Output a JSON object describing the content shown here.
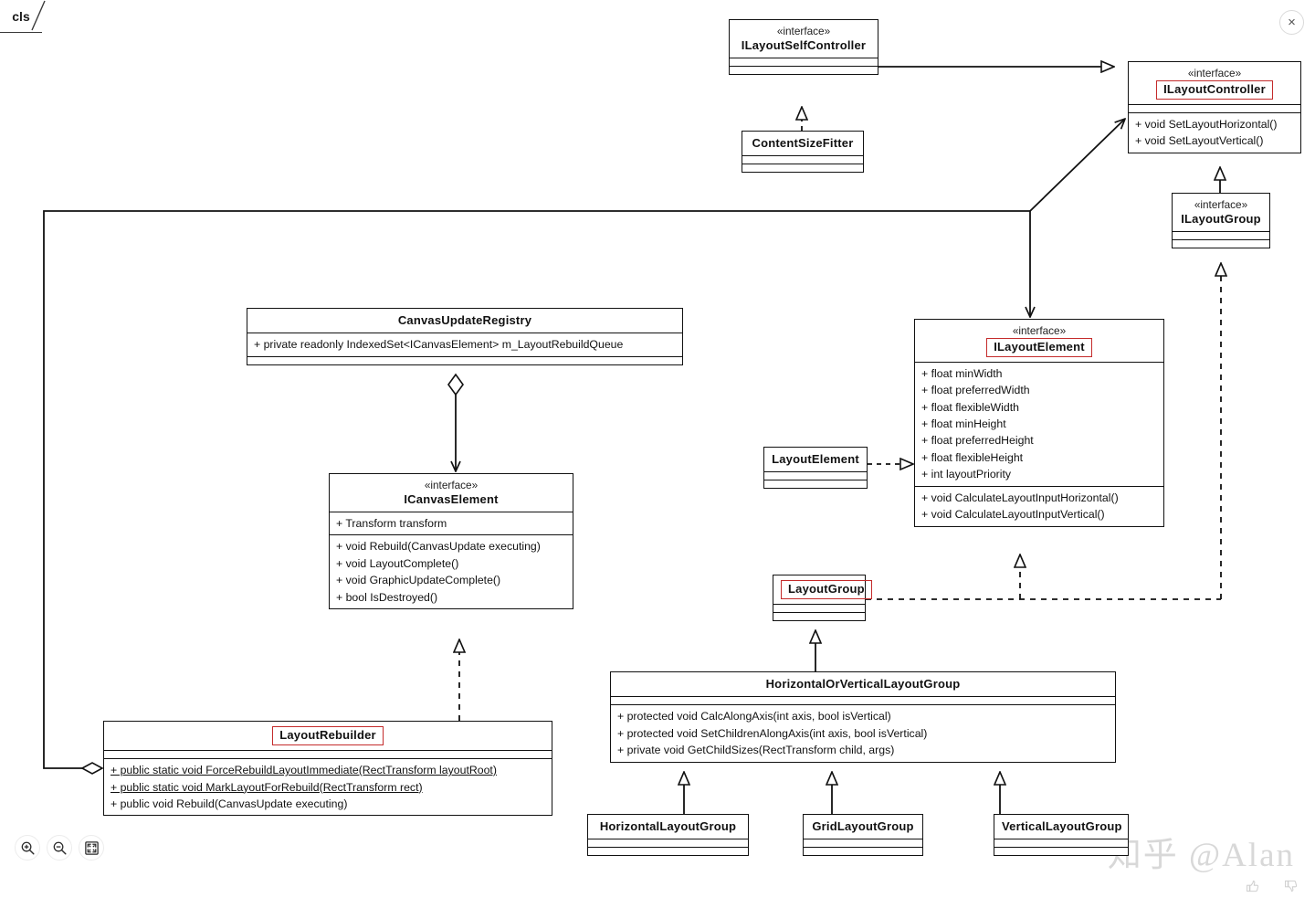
{
  "app": {
    "tab_label": "cls",
    "close_label": "×"
  },
  "toolbar": {
    "zoom_in_name": "zoom-in-icon",
    "zoom_out_name": "zoom-out-icon",
    "fit_screen_name": "fit-to-screen-icon"
  },
  "watermark": {
    "text": "知乎 @Alan"
  },
  "reactions": {
    "like": "👍",
    "dislike": "👎"
  },
  "colors": {
    "highlight_border": "#c42b2b",
    "line": "#111111",
    "background": "#ffffff",
    "watermark": "#d8d8d8"
  },
  "diagram": {
    "type": "uml-class-diagram",
    "title": "Unity UI Layout System Class Diagram",
    "classes": [
      {
        "id": "ILayoutSelfController",
        "stereotype": "«interface»",
        "name": "ILayoutSelfController",
        "highlighted": false,
        "attributes": [],
        "methods": []
      },
      {
        "id": "ContentSizeFitter",
        "stereotype": "",
        "name": "ContentSizeFitter",
        "highlighted": false,
        "attributes": [],
        "methods": []
      },
      {
        "id": "ILayoutController",
        "stereotype": "«interface»",
        "name": "ILayoutController",
        "highlighted": true,
        "attributes": [],
        "methods": [
          "+ void SetLayoutHorizontal()",
          "+ void SetLayoutVertical()"
        ]
      },
      {
        "id": "ILayoutGroup",
        "stereotype": "«interface»",
        "name": "ILayoutGroup",
        "highlighted": false,
        "attributes": [],
        "methods": []
      },
      {
        "id": "CanvasUpdateRegistry",
        "stereotype": "",
        "name": "CanvasUpdateRegistry",
        "highlighted": false,
        "attributes": [
          "+ private readonly IndexedSet<ICanvasElement> m_LayoutRebuildQueue"
        ],
        "methods": []
      },
      {
        "id": "ICanvasElement",
        "stereotype": "«interface»",
        "name": "ICanvasElement",
        "highlighted": false,
        "attributes": [
          "+ Transform transform"
        ],
        "methods": [
          "+ void Rebuild(CanvasUpdate executing)",
          "+ void LayoutComplete()",
          "+ void GraphicUpdateComplete()",
          "+ bool IsDestroyed()"
        ]
      },
      {
        "id": "ILayoutElement",
        "stereotype": "«interface»",
        "name": "ILayoutElement",
        "highlighted": true,
        "attributes": [
          "+ float minWidth",
          "+ float preferredWidth",
          "+ float flexibleWidth",
          "+ float minHeight",
          "+ float preferredHeight",
          "+ float flexibleHeight",
          "+ int layoutPriority"
        ],
        "methods": [
          "+ void CalculateLayoutInputHorizontal()",
          "+ void CalculateLayoutInputVertical()"
        ]
      },
      {
        "id": "LayoutElement",
        "stereotype": "",
        "name": "LayoutElement",
        "highlighted": false,
        "attributes": [],
        "methods": []
      },
      {
        "id": "LayoutGroup",
        "stereotype": "",
        "name": "LayoutGroup",
        "highlighted": true,
        "attributes": [],
        "methods": []
      },
      {
        "id": "LayoutRebuilder",
        "stereotype": "",
        "name": "LayoutRebuilder",
        "highlighted": true,
        "attributes": [],
        "methods": [
          "+ public static void ForceRebuildLayoutImmediate(RectTransform layoutRoot)",
          "+ public static void MarkLayoutForRebuild(RectTransform rect)",
          "+ public void Rebuild(CanvasUpdate executing)"
        ]
      },
      {
        "id": "HorizontalOrVerticalLayoutGroup",
        "stereotype": "",
        "name": "HorizontalOrVerticalLayoutGroup",
        "highlighted": false,
        "attributes": [],
        "methods": [
          "+ protected void CalcAlongAxis(int axis, bool isVertical)",
          "+ protected void SetChildrenAlongAxis(int axis, bool isVertical)",
          "+ private void GetChildSizes(RectTransform child, args)"
        ]
      },
      {
        "id": "HorizontalLayoutGroup",
        "stereotype": "",
        "name": "HorizontalLayoutGroup",
        "highlighted": false,
        "attributes": [],
        "methods": []
      },
      {
        "id": "GridLayoutGroup",
        "stereotype": "",
        "name": "GridLayoutGroup",
        "highlighted": false,
        "attributes": [],
        "methods": []
      },
      {
        "id": "VerticalLayoutGroup",
        "stereotype": "",
        "name": "VerticalLayoutGroup",
        "highlighted": false,
        "attributes": [],
        "methods": []
      }
    ],
    "relations": [
      {
        "from": "ILayoutSelfController",
        "to": "ILayoutController",
        "type": "generalization",
        "style": "solid"
      },
      {
        "from": "ContentSizeFitter",
        "to": "ILayoutSelfController",
        "type": "realization",
        "style": "dashed"
      },
      {
        "from": "ILayoutGroup",
        "to": "ILayoutController",
        "type": "generalization",
        "style": "solid"
      },
      {
        "from": "LayoutRebuilder",
        "to": "ILayoutController",
        "type": "association",
        "style": "solid"
      },
      {
        "from": "LayoutRebuilder",
        "to": "ILayoutElement",
        "type": "association",
        "style": "solid"
      },
      {
        "from": "CanvasUpdateRegistry",
        "to": "ICanvasElement",
        "type": "aggregation",
        "style": "solid"
      },
      {
        "from": "LayoutRebuilder",
        "to": "ICanvasElement",
        "type": "realization",
        "style": "dashed"
      },
      {
        "from": "LayoutElement",
        "to": "ILayoutElement",
        "type": "realization",
        "style": "dashed"
      },
      {
        "from": "LayoutGroup",
        "to": "ILayoutElement",
        "type": "realization",
        "style": "dashed"
      },
      {
        "from": "LayoutGroup",
        "to": "ILayoutGroup",
        "type": "realization",
        "style": "dashed"
      },
      {
        "from": "HorizontalOrVerticalLayoutGroup",
        "to": "LayoutGroup",
        "type": "generalization",
        "style": "solid"
      },
      {
        "from": "HorizontalLayoutGroup",
        "to": "HorizontalOrVerticalLayoutGroup",
        "type": "generalization",
        "style": "solid"
      },
      {
        "from": "GridLayoutGroup",
        "to": "HorizontalOrVerticalLayoutGroup",
        "type": "generalization",
        "style": "solid"
      },
      {
        "from": "VerticalLayoutGroup",
        "to": "HorizontalOrVerticalLayoutGroup",
        "type": "generalization",
        "style": "solid"
      }
    ]
  }
}
